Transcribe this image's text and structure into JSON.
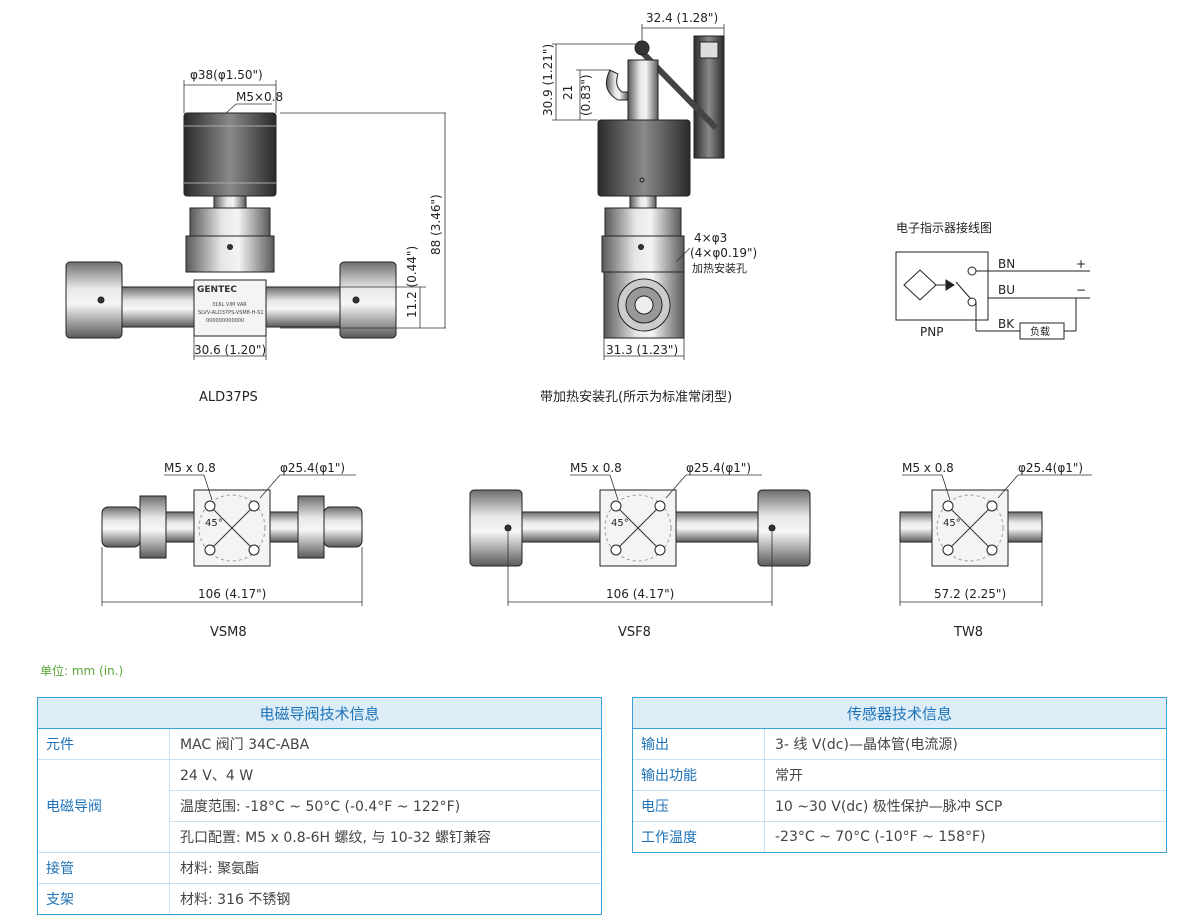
{
  "drawing_labels": {
    "ald_dia": "φ38(φ1.50\")",
    "ald_thread": "M5×0.8",
    "ald_h1": "11.2 (0.44\")",
    "ald_h2": "88 (3.46\")",
    "ald_w": "30.6 (1.20\")",
    "ald_name": "ALD37PS",
    "body_brand": "GENTEC",
    "body_line1": "316L VIM VAR",
    "body_line2": "SLVV-ALD37PS-VSM8-H-S1",
    "body_line3": "000000000000",
    "heat_top_w": "32.4 (1.28\")",
    "heat_h1": "30.9 (1.21\")",
    "heat_h2a": "21",
    "heat_h2b": "(0.83\")",
    "heat_holes1": "4×φ3",
    "heat_holes2": "(4×φ0.19\")",
    "heat_holes3": "加热安装孔",
    "heat_w": "31.3 (1.23\")",
    "heat_name": "带加热安装孔(所示为标准常闭型)",
    "wiring_title": "电子指示器接线图",
    "wiring_bn": "BN",
    "wiring_bu": "BU",
    "wiring_bk": "BK",
    "wiring_plus": "+",
    "wiring_minus": "−",
    "wiring_load": "负载",
    "wiring_pnp": "PNP",
    "bot_thread": "M5 x 0.8",
    "bot_dia": "φ25.4(φ1\")",
    "bot_angle": "45°",
    "vsm_w": "106 (4.17\")",
    "vsm_name": "VSM8",
    "vsf_w": "106 (4.17\")",
    "vsf_name": "VSF8",
    "tw_w": "57.2 (2.25\")",
    "tw_name": "TW8"
  },
  "unit_note": "单位: mm (in.)",
  "table_solenoid": {
    "title": "电磁导阀技术信息",
    "rows": [
      {
        "key": "元件",
        "values": [
          "MAC 阀门 34C-ABA"
        ]
      },
      {
        "key": "电磁导阀",
        "values": [
          "24 V、4 W",
          "温度范围: -18°C ~ 50°C (-0.4°F ~ 122°F)",
          "孔口配置: M5 x 0.8-6H 螺纹, 与 10-32 螺钉兼容"
        ]
      },
      {
        "key": "接管",
        "values": [
          "材料: 聚氨酯"
        ]
      },
      {
        "key": "支架",
        "values": [
          "材料: 316 不锈钢"
        ]
      }
    ]
  },
  "table_sensor": {
    "title": "传感器技术信息",
    "rows": [
      {
        "key": "输出",
        "values": [
          "3- 线 V(dc)—晶体管(电流源)"
        ]
      },
      {
        "key": "输出功能",
        "values": [
          "常开"
        ]
      },
      {
        "key": "电压",
        "values": [
          "10 ~30 V(dc) 极性保护—脉冲 SCP"
        ]
      },
      {
        "key": "工作温度",
        "values": [
          "-23°C ~ 70°C (-10°F ~ 158°F)"
        ]
      }
    ]
  },
  "colors": {
    "accent": "#1e73b8",
    "border": "#3aa0d8",
    "header_bg": "#dcedf8",
    "note": "#5aa83a"
  }
}
